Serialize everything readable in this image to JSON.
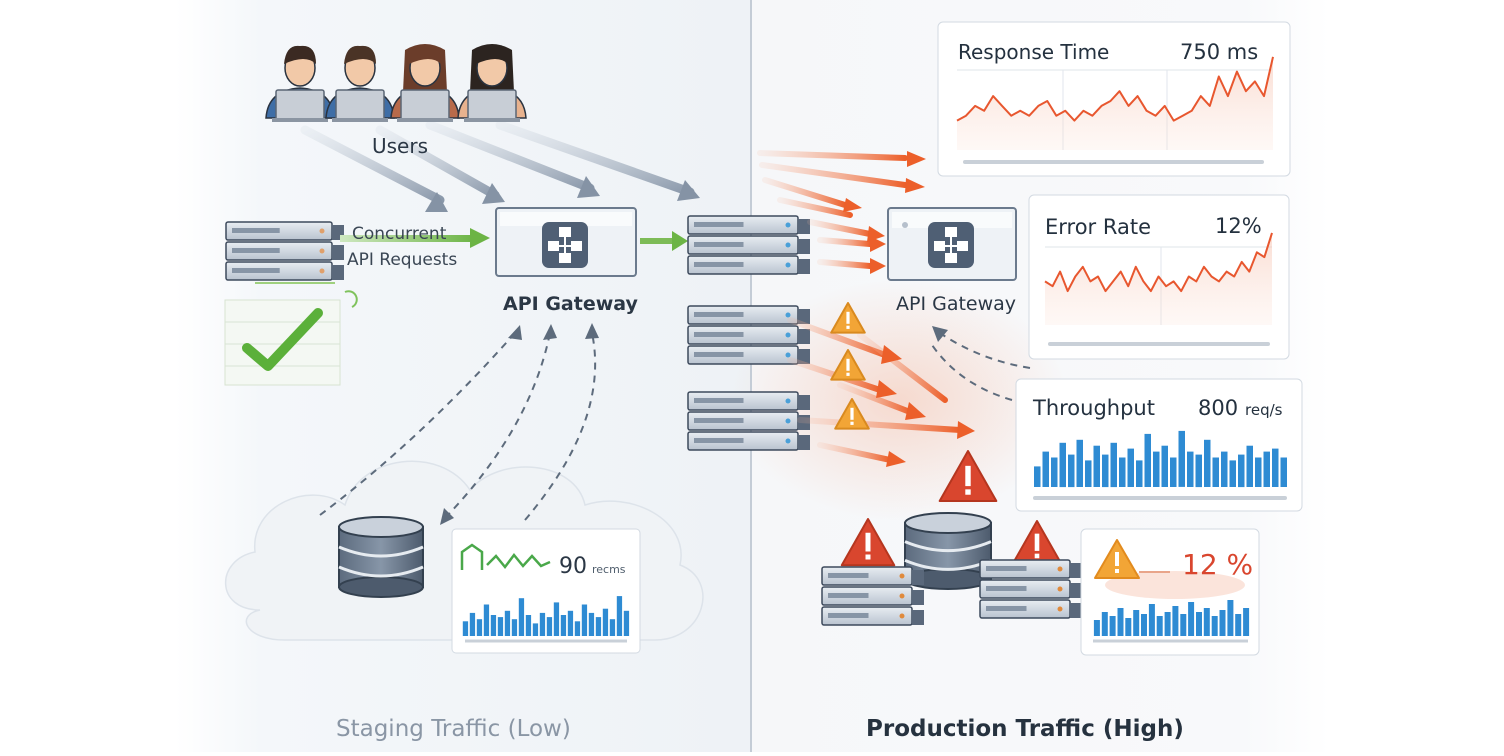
{
  "left": {
    "users_label": "Users",
    "requests_label": [
      "Concurrent",
      "API Requests"
    ],
    "gateway_label": "API Gateway",
    "mini_metric": {
      "value": "90",
      "unit": "recms"
    },
    "mini_bars": [
      0.35,
      0.55,
      0.4,
      0.75,
      0.5,
      0.45,
      0.6,
      0.4,
      0.9,
      0.5,
      0.3,
      0.55,
      0.45,
      0.8,
      0.5,
      0.6,
      0.35,
      0.75,
      0.55,
      0.45,
      0.65,
      0.4,
      0.95,
      0.6
    ],
    "caption": "Staging Traffic (Low)"
  },
  "right": {
    "gateway_label": "API Gateway",
    "response_time": {
      "title": "Response Time",
      "value": "750 ms",
      "series": [
        0.3,
        0.35,
        0.45,
        0.4,
        0.55,
        0.45,
        0.35,
        0.4,
        0.35,
        0.45,
        0.5,
        0.35,
        0.4,
        0.3,
        0.4,
        0.35,
        0.45,
        0.5,
        0.6,
        0.45,
        0.55,
        0.4,
        0.35,
        0.45,
        0.3,
        0.35,
        0.4,
        0.55,
        0.45,
        0.75,
        0.55,
        0.8,
        0.6,
        0.7,
        0.55,
        0.95
      ]
    },
    "error_rate": {
      "title": "Error Rate",
      "value": "12%",
      "series": [
        0.45,
        0.4,
        0.55,
        0.35,
        0.5,
        0.6,
        0.45,
        0.5,
        0.35,
        0.45,
        0.55,
        0.4,
        0.6,
        0.45,
        0.35,
        0.5,
        0.4,
        0.45,
        0.35,
        0.5,
        0.45,
        0.6,
        0.5,
        0.45,
        0.55,
        0.5,
        0.65,
        0.55,
        0.75,
        0.7,
        0.95
      ]
    },
    "throughput": {
      "title": "Throughput",
      "value": "800",
      "unit": "req/s",
      "bars": [
        0.35,
        0.6,
        0.5,
        0.75,
        0.55,
        0.8,
        0.45,
        0.7,
        0.55,
        0.75,
        0.5,
        0.65,
        0.45,
        0.9,
        0.6,
        0.7,
        0.5,
        0.95,
        0.6,
        0.55,
        0.8,
        0.5,
        0.6,
        0.45,
        0.55,
        0.7,
        0.5,
        0.6,
        0.65,
        0.5
      ]
    },
    "error_badge": {
      "value": "12 %",
      "bars": [
        0.4,
        0.6,
        0.5,
        0.7,
        0.45,
        0.65,
        0.55,
        0.8,
        0.5,
        0.6,
        0.75,
        0.55,
        0.85,
        0.6,
        0.7,
        0.5,
        0.65,
        0.9,
        0.55,
        0.7
      ]
    },
    "caption": "Production Traffic (High)"
  },
  "colors": {
    "accent_orange": "#e8572f",
    "warning_red": "#d9462e",
    "warning_amber": "#f2a536",
    "ok_green": "#5bb03a",
    "bar_blue": "#2e8bd3",
    "server_dark": "#4b5a6e"
  }
}
